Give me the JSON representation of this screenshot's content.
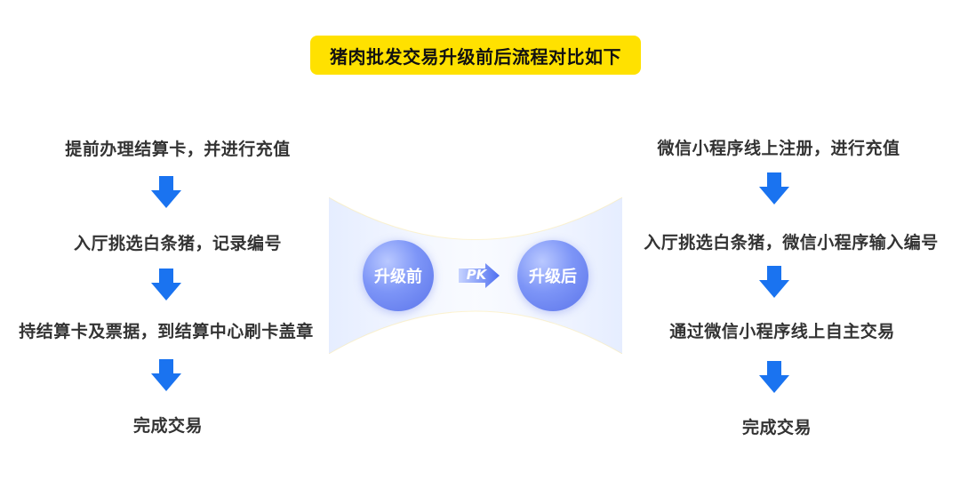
{
  "title": "猪肉批发交易升级前后流程对比如下",
  "before": {
    "label": "升级前",
    "steps": [
      "提前办理结算卡，并进行充值",
      "入厅挑选白条猪，记录编号",
      "持结算卡及票据，到结算中心刷卡盖章",
      "完成交易"
    ]
  },
  "after": {
    "label": "升级后",
    "steps": [
      "微信小程序线上注册，进行充值",
      "入厅挑选白条猪，微信小程序输入编号",
      "通过微信小程序线上自主交易",
      "完成交易"
    ]
  },
  "vs_label": "PK",
  "colors": {
    "title_bg": "#ffe100",
    "arrow": "#1a73f0",
    "bubble": "#6f86f2"
  },
  "icons": {
    "arrow": "arrow-down-icon"
  }
}
